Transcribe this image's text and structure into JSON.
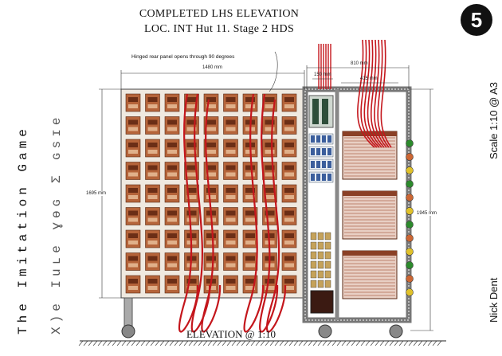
{
  "title": {
    "line1": "COMPLETED  LHS ELEVATION",
    "line2": "LOC. INT Hut 11. Stage 2 HDS"
  },
  "note": "Hinged rear panel opens through 90 degrees",
  "dimensions": {
    "width_left": "1480 mm",
    "width_right": "810 mm",
    "small_1": "150 mm",
    "small_2": "415 mm",
    "height_left": "1695 mm",
    "height_right": "1945 mm"
  },
  "side_title": "The Imitation Game",
  "side_title_mirror": "X)e Iuʟe ɣɵɢ Σ ɢsɪe",
  "scale": "Scale 1:10 @ A3",
  "author": "Nick Dent",
  "sheet_number": "5",
  "footer": "ELEVATION @ 1:10",
  "colors": {
    "frame": "#7f7f7f",
    "drum": "#b5643a",
    "cable": "#c4161c",
    "background": "#ffffff"
  }
}
